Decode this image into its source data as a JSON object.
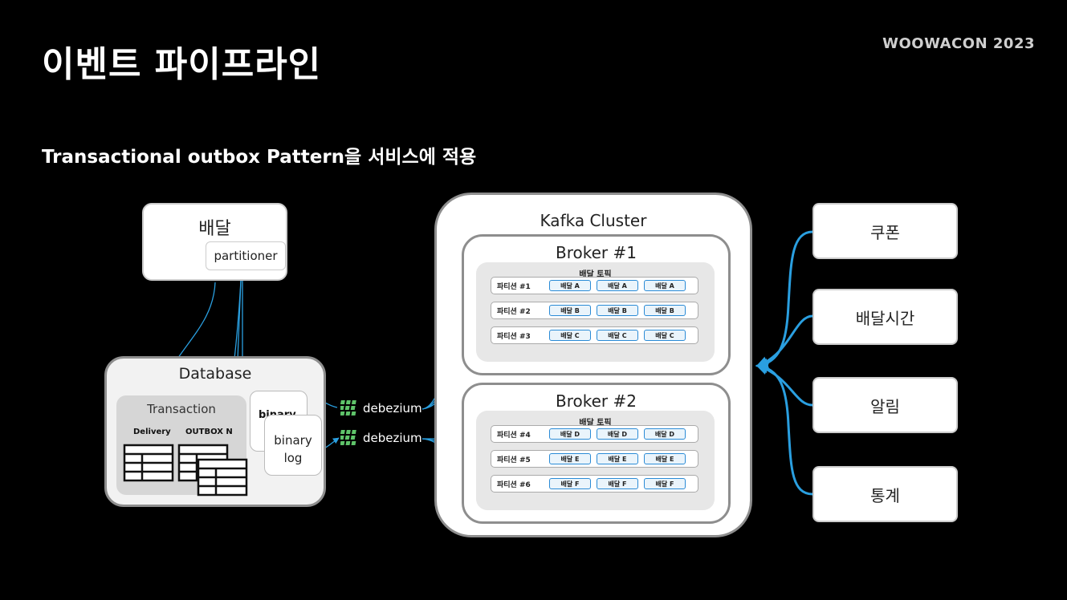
{
  "header": {
    "title": "이벤트 파이프라인",
    "brand": "WOOWACON 2023",
    "subtitle": "Transactional outbox Pattern을 서비스에 적용"
  },
  "service": {
    "label": "배달",
    "partitioner": "partitioner"
  },
  "database": {
    "label": "Database",
    "transaction": "Transaction",
    "tables": [
      "Delivery",
      "OUTBOX N"
    ],
    "binary_back": "binary",
    "binary_front": [
      "binary",
      "log"
    ]
  },
  "connectors": [
    "debezium",
    "debezium"
  ],
  "kafka": {
    "label": "Kafka Cluster",
    "brokers": [
      {
        "label": "Broker #1",
        "topic": "배달 토픽",
        "partitions": [
          {
            "label": "파티션 #1",
            "messages": [
              "배달 A",
              "배달 A",
              "배달 A"
            ]
          },
          {
            "label": "파티션 #2",
            "messages": [
              "배달 B",
              "배달 B",
              "배달 B"
            ]
          },
          {
            "label": "파티션 #3",
            "messages": [
              "배달 C",
              "배달 C",
              "배달 C"
            ]
          }
        ]
      },
      {
        "label": "Broker #2",
        "topic": "배달 토픽",
        "partitions": [
          {
            "label": "파티션 #4",
            "messages": [
              "배달 D",
              "배달 D",
              "배달 D"
            ]
          },
          {
            "label": "파티션 #5",
            "messages": [
              "배달 E",
              "배달 E",
              "배달 E"
            ]
          },
          {
            "label": "파티션 #6",
            "messages": [
              "배달 F",
              "배달 F",
              "배달 F"
            ]
          }
        ]
      }
    ]
  },
  "consumers": [
    "쿠폰",
    "배달시간",
    "알림",
    "통계"
  ],
  "colors": {
    "arrow": "#2a9fe0",
    "background": "#000000"
  }
}
